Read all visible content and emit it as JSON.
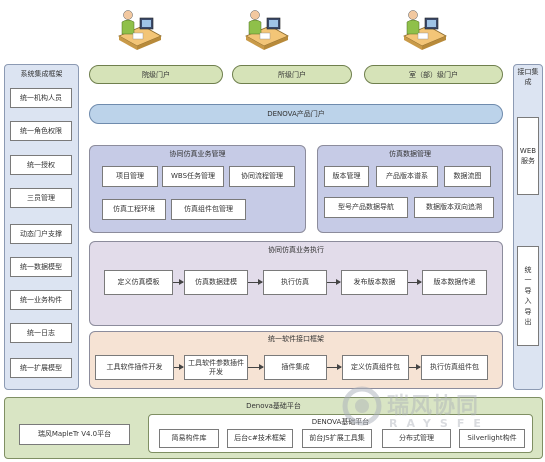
{
  "portals": {
    "tiers": [
      "院级门户",
      "所级门户",
      "室（部）级门户"
    ],
    "product_portal": "DENOVA产品门户"
  },
  "left_column": {
    "title": "系统集成框架",
    "items": [
      "统一机构人员",
      "统一角色权限",
      "统一授权",
      "三员管理",
      "动态门户支撑",
      "统一数据模型",
      "统一业务构件",
      "统一日志",
      "统一扩展模型"
    ]
  },
  "right_column": {
    "title": "接口集成",
    "items": [
      "WEB服务",
      "统一导入导出"
    ]
  },
  "collab_business": {
    "title": "协同仿真业务管理",
    "items": [
      "项目管理",
      "WBS任务管理",
      "协同流程管理",
      "仿真工程环境",
      "仿真组件包管理"
    ]
  },
  "product_data": {
    "title": "仿真数据管理",
    "items": [
      "版本管理",
      "产品版本谱系",
      "数据流图",
      "型号产品数据导航",
      "数据版本双向追溯"
    ]
  },
  "collab_exec": {
    "title": "协同仿真业务执行",
    "steps": [
      "定义仿真模板",
      "仿真数据建模",
      "执行仿真",
      "发布版本数据",
      "版本数据传递"
    ]
  },
  "interface_frame": {
    "title": "统一软件接口框架",
    "steps": [
      "工具软件插件开发",
      "工具软件参数插件开发",
      "插件集成",
      "定义仿真组件包",
      "执行仿真组件包"
    ]
  },
  "base": {
    "title": "Denova基础平台",
    "maple": "瑞风MapleTr V4.0平台",
    "denova_title": "DENOVA基础平台",
    "items": [
      "简易构件库",
      "后台c#技术框架",
      "前台JS扩展工具集",
      "分布式管理",
      "Silverlight构件"
    ]
  },
  "watermark": {
    "cn": "瑞风协同",
    "en": "RAYSFE"
  }
}
